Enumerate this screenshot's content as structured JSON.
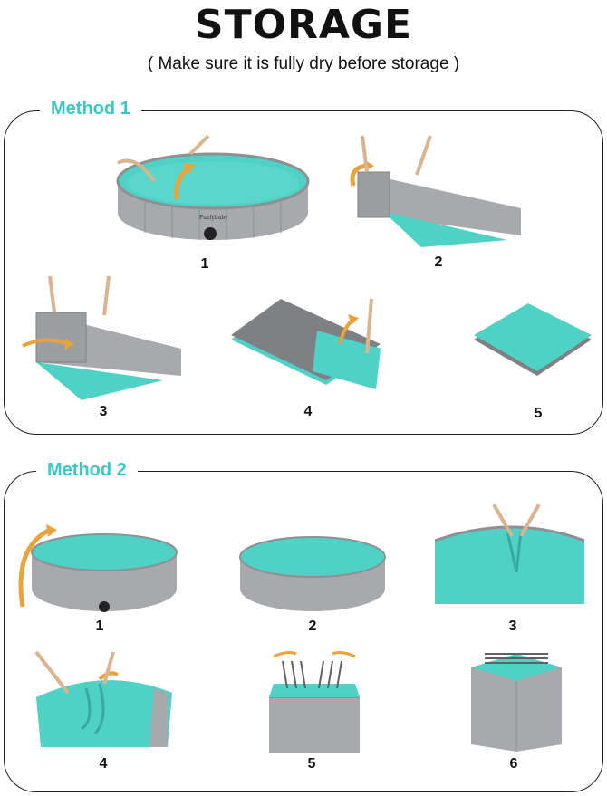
{
  "header": {
    "title": "STORAGE",
    "subtitle": "( Make sure it is fully dry before storage )"
  },
  "colors": {
    "accent": "#3ac8c4",
    "pool_inner": "#4fd1c5",
    "pool_wall": "#a7a9ac",
    "arrow": "#e8a43a"
  },
  "pool_brand": "Fuzfybaby",
  "methods": [
    {
      "label": "Method 1",
      "steps": [
        "1",
        "2",
        "3",
        "4",
        "5"
      ]
    },
    {
      "label": "Method 2",
      "steps": [
        "1",
        "2",
        "3",
        "4",
        "5",
        "6"
      ]
    }
  ]
}
